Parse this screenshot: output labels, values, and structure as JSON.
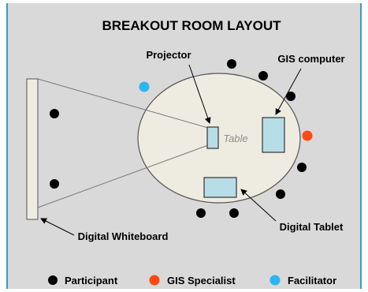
{
  "title": "BREAKOUT ROOM LAYOUT",
  "labels": {
    "projector": "Projector",
    "gis_computer": "GIS computer",
    "table": "Table",
    "digital_tablet": "Digital Tablet",
    "digital_whiteboard": "Digital Whiteboard"
  },
  "legend": [
    {
      "label": "Participant",
      "color": "#000000"
    },
    {
      "label": "GIS Specialist",
      "color": "#ff4a12"
    },
    {
      "label": "Facilitator",
      "color": "#2cb5f0"
    }
  ],
  "colors": {
    "background": "#d9d9d9",
    "table_fill": "#eeece1",
    "device_fill": "#b7dde8",
    "border_accent": "#3a9cc4"
  }
}
